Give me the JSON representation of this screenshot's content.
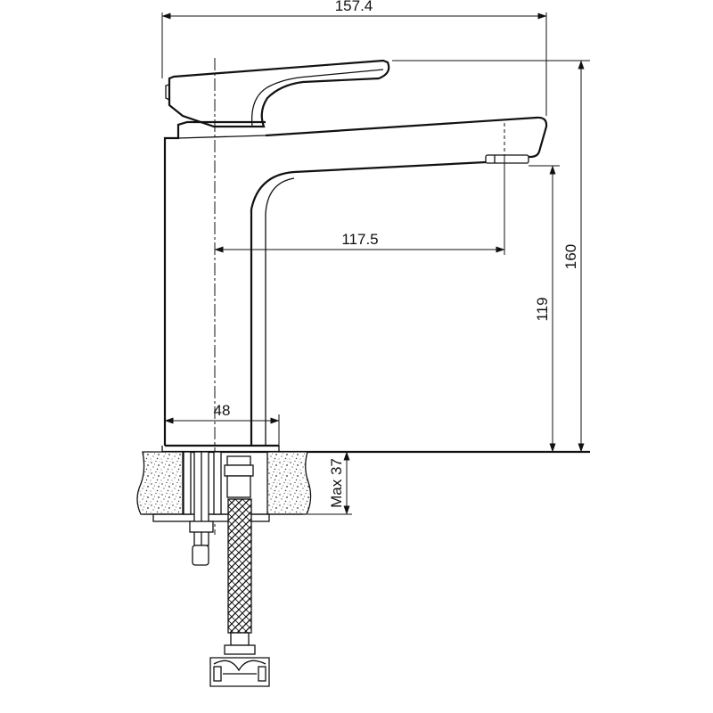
{
  "dimensions": {
    "overall_length": "157.4",
    "spout_reach": "117.5",
    "body_width": "48",
    "total_height": "160",
    "spout_height": "119",
    "max_deck_thickness": "Max 37"
  }
}
